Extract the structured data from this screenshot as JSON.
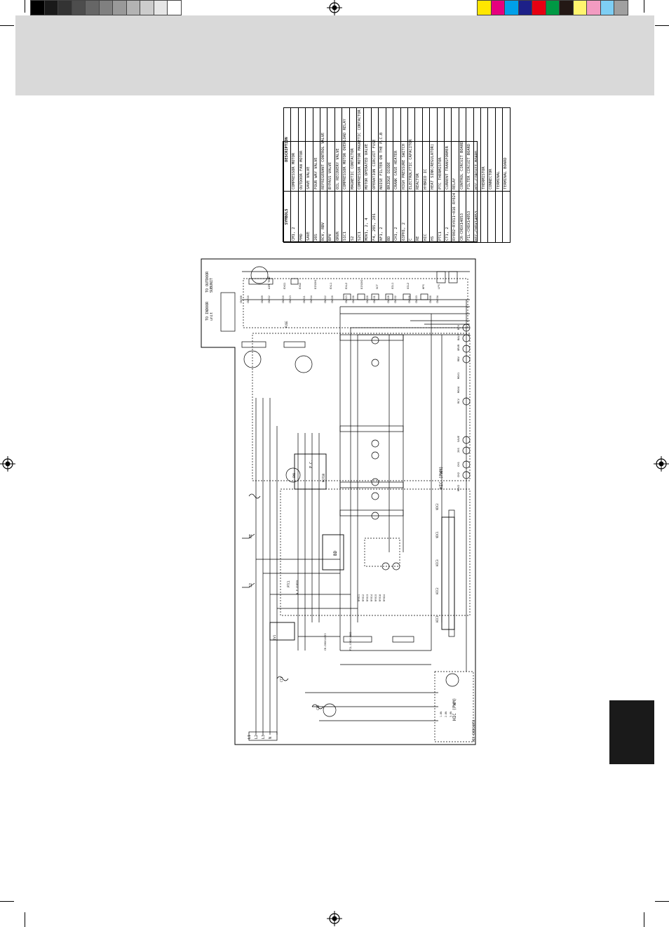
{
  "print_marks": {
    "gray_swatches": [
      "#000000",
      "#1a1a1a",
      "#333333",
      "#4d4d4d",
      "#666666",
      "#808080",
      "#999999",
      "#b3b3b3",
      "#cccccc",
      "#e6e6e6",
      "#ffffff"
    ],
    "color_swatches": [
      "#ffe600",
      "#e6007e",
      "#00a0e9",
      "#1d2088",
      "#e60012",
      "#009944",
      "#231815",
      "#fff46e",
      "#f29bc1",
      "#7ecef4",
      "#a0a0a0"
    ]
  },
  "legend": {
    "header_symbol": "SYMBOLS",
    "header_description": "DESCRIPTION",
    "rows": [
      {
        "symbol": "CM1, 2",
        "description": "COMPRESSOR MOTOR"
      },
      {
        "symbol": "FMO",
        "description": "OUTDOOR FAN MOTOR"
      },
      {
        "symbol": "SAVE",
        "description": "SAVE VALVE"
      },
      {
        "symbol": "20S",
        "description": "FOUR WAY VALVE"
      },
      {
        "symbol": "RCV, RBV",
        "description": "REFRIGERANT CONTROL VALVE"
      },
      {
        "symbol": "BPV",
        "description": "BYPASS VALVE"
      },
      {
        "symbol": "ORVR",
        "description": "OIL RECOVERY VALVE"
      },
      {
        "symbol": "S1C1",
        "description": "COMPRESSOR MOTOR OVERLOAD RELAY"
      },
      {
        "symbol": "S2",
        "description": "MAGNETIC CONTACTOR"
      },
      {
        "symbol": "S2C1",
        "description": "COMPRESSOR MOTOR MAGNETIC CONTACTOR"
      },
      {
        "symbol": "MOV1, 2, 4",
        "description": "MOTOR OPERATED VALVE"
      },
      {
        "symbol": "F4, 20S, 201",
        "description": "OPERATION CIRCUIT FUSE"
      },
      {
        "symbol": "NF1, 2",
        "description": "NOISE FILTER ON THE P.C.B"
      },
      {
        "symbol": "BD",
        "description": "BRIDGE DIODE"
      },
      {
        "symbol": "CH1, 2",
        "description": "CRANK CASE HEATER"
      },
      {
        "symbol": "63PH1, 2",
        "description": "HIGH PRESSURE SWITCH"
      },
      {
        "symbol": "C",
        "description": "ELECTROLYTIC CAPACITOR"
      },
      {
        "symbol": "RE",
        "description": "REACTOR"
      },
      {
        "symbol": "HIC",
        "description": "HYBRID IC"
      },
      {
        "symbol": "HS",
        "description": "HEAT SINK(REGULATOR)"
      },
      {
        "symbol": "PTC1",
        "description": "PTC THERMISTOR"
      },
      {
        "symbol": "CT1, 2",
        "description": "CURRENT TRANSFORMER"
      },
      {
        "symbol": "RY002~RY011~016 RY024",
        "description": "RELAY"
      },
      {
        "symbol": "CR-CHDX14053",
        "description": "CONTROL CIRCUIT BOARD"
      },
      {
        "symbol": "FIL-CHDX14053",
        "description": "FILTER CIRCUIT BOARD"
      },
      {
        "symbol": "HIC-CHDX14053",
        "description": "HIC CIRCUIT BOARD"
      },
      {
        "symbol": "",
        "description": "THERMISTOR"
      },
      {
        "symbol": "",
        "description": "CONNECTOR"
      },
      {
        "symbol": "",
        "description": "TERMINAL"
      },
      {
        "symbol": "",
        "description": "TERMINAL BOARD"
      }
    ]
  },
  "diagram": {
    "top_label_1": "TO INDOOR",
    "top_label_2": "unit",
    "top_label_3": "TO OUTDOOR",
    "top_label_4": "SUBUNIT",
    "power_terminals": [
      "L1",
      "L2",
      "L3",
      "N"
    ],
    "hic_pwm_label": "HIC (PWM)",
    "hic_board_label": "HIC-CHDX14053",
    "bd_label": "BD",
    "motor_label": "MOTOR",
    "fmo_label": "FMO",
    "pcb_label": "P.C.",
    "hic_bottom": "HIC (PWM)",
    "ov_label": "OV1",
    "s2_label": "S2",
    "re_label": "RE",
    "ptc_label": "PTC1",
    "ct_labels": [
      "CT1",
      "CT2"
    ],
    "fuse_label": "FUSE",
    "connectors": [
      "CN008",
      "CN009",
      "CN010",
      "CN011",
      "CN012",
      "CN013",
      "CN020",
      "CN028",
      "CN030",
      "CN200",
      "CN210",
      "CN212",
      "CN213",
      "CN214",
      "CN220",
      "CN230",
      "CN231",
      "CN232",
      "CN233",
      "CN234"
    ],
    "sensors": [
      "AIR TEMP",
      "EXG1",
      "EXG2",
      "DISCH1",
      "EXL1",
      "EXL2",
      "DISCH2",
      "SCT",
      "OIL1",
      "OIL2",
      "HPS",
      "LPS"
    ],
    "valve_labels": [
      "BPV",
      "BALV",
      "ORVR",
      "RBV",
      "RCV",
      "SAVE",
      "20S",
      "CH1",
      "CH2",
      "MOV2",
      "MOV1",
      "MOV4"
    ],
    "hic_modules": [
      "HIC1",
      "HIC2",
      "HIC3",
      "VDC1",
      "VDC2"
    ],
    "npc_label": "N.P.CHECK",
    "ry_labels": [
      "RY011",
      "RY012",
      "RY013",
      "RY014",
      "RY015",
      "RY016",
      "RY024"
    ],
    "bottom_terminals": [
      "1-8N",
      "2-8N",
      "3-8N"
    ],
    "cr_labels": [
      "CR-CHDX14053",
      "FIL-CHDX14053"
    ]
  }
}
